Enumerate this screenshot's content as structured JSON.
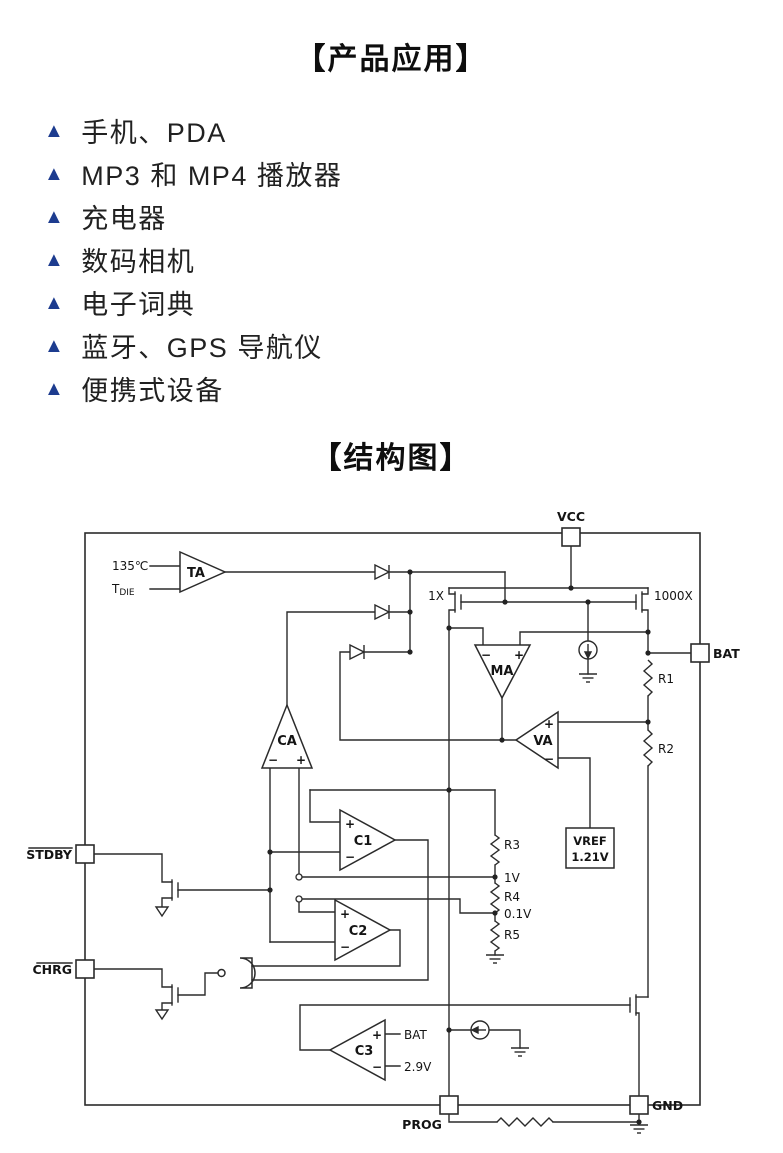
{
  "page": {
    "section1_title": "【产品应用】",
    "applications": [
      {
        "label": "手机、PDA"
      },
      {
        "label": "MP3 和 MP4 播放器"
      },
      {
        "label": "充电器"
      },
      {
        "label": "数码相机"
      },
      {
        "label": "电子词典"
      },
      {
        "label": "蓝牙、GPS 导航仪"
      },
      {
        "label": "便携式设备"
      }
    ],
    "section2_title": "【结构图】"
  },
  "colors": {
    "bullet_blue": "#1d3c8f",
    "line": "#2b2b2b",
    "text": "#141414",
    "background": "#ffffff"
  },
  "diagram": {
    "pins": {
      "vcc": "VCC",
      "bat": "BAT",
      "stdby": "STDBY",
      "chrg": "CHRG",
      "prog": "PROG",
      "gnd": "GND"
    },
    "labels": {
      "temp": "135℃",
      "tdie_main": "T",
      "tdie_sub": "DIE",
      "ta": "TA",
      "ma": "MA",
      "ca": "CA",
      "va": "VA",
      "c1": "C1",
      "c2": "C2",
      "c3": "C3",
      "mosfet_1x": "1X",
      "mosfet_1000x": "1000X",
      "vref_line1": "VREF",
      "vref_line2": "1.21V",
      "r1": "R1",
      "r2": "R2",
      "r3": "R3",
      "r4": "R4",
      "r5": "R5",
      "tap_1v": "1V",
      "tap_01v": "0.1V",
      "c3_in_pos": "BAT",
      "c3_in_neg": "2.9V",
      "plus": "+",
      "minus": "−"
    }
  }
}
